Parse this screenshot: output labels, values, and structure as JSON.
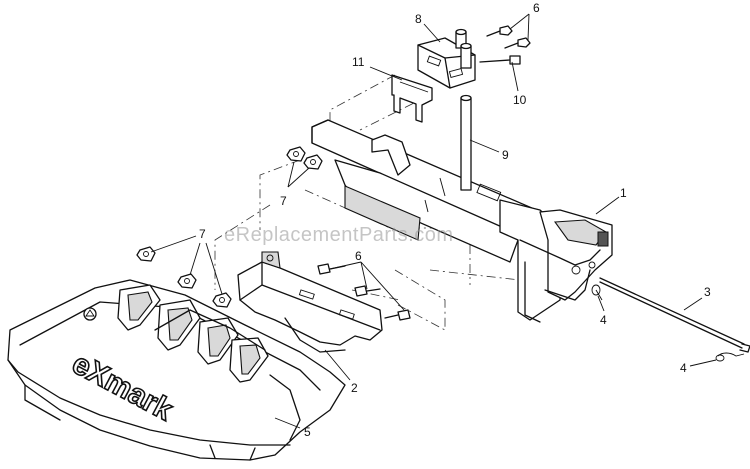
{
  "watermark": "eReplacementParts.com",
  "brand_logo": "eXmark",
  "callouts": [
    {
      "id": "c6a",
      "label": "6"
    },
    {
      "id": "c8",
      "label": "8"
    },
    {
      "id": "c11",
      "label": "11"
    },
    {
      "id": "c10",
      "label": "10"
    },
    {
      "id": "c9",
      "label": "9"
    },
    {
      "id": "c7a",
      "label": "7"
    },
    {
      "id": "c1",
      "label": "1"
    },
    {
      "id": "c7b",
      "label": "7"
    },
    {
      "id": "c6b",
      "label": "6"
    },
    {
      "id": "c3",
      "label": "3"
    },
    {
      "id": "c4a",
      "label": "4"
    },
    {
      "id": "c2",
      "label": "2"
    },
    {
      "id": "c4b",
      "label": "4"
    },
    {
      "id": "c5",
      "label": "5"
    }
  ]
}
